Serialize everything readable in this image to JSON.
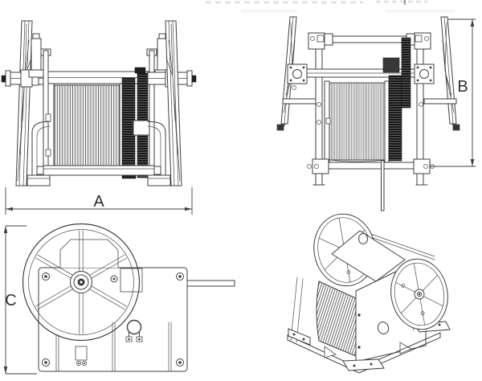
{
  "drawing": {
    "kind": "winch four-view engineering line drawing",
    "background": "#ffffff",
    "line_color": "#3f3f3f",
    "dark_fill": "#1f1f1f",
    "labels": {
      "a": "A",
      "b": "B",
      "c": "C"
    },
    "views": {
      "front": {
        "position": "top-left",
        "dimension": "A"
      },
      "rear": {
        "position": "top-right",
        "dimension": "B"
      },
      "side": {
        "position": "bottom-left",
        "dimension": "C"
      },
      "isometric": {
        "position": "bottom-right",
        "dimension": ""
      }
    }
  }
}
